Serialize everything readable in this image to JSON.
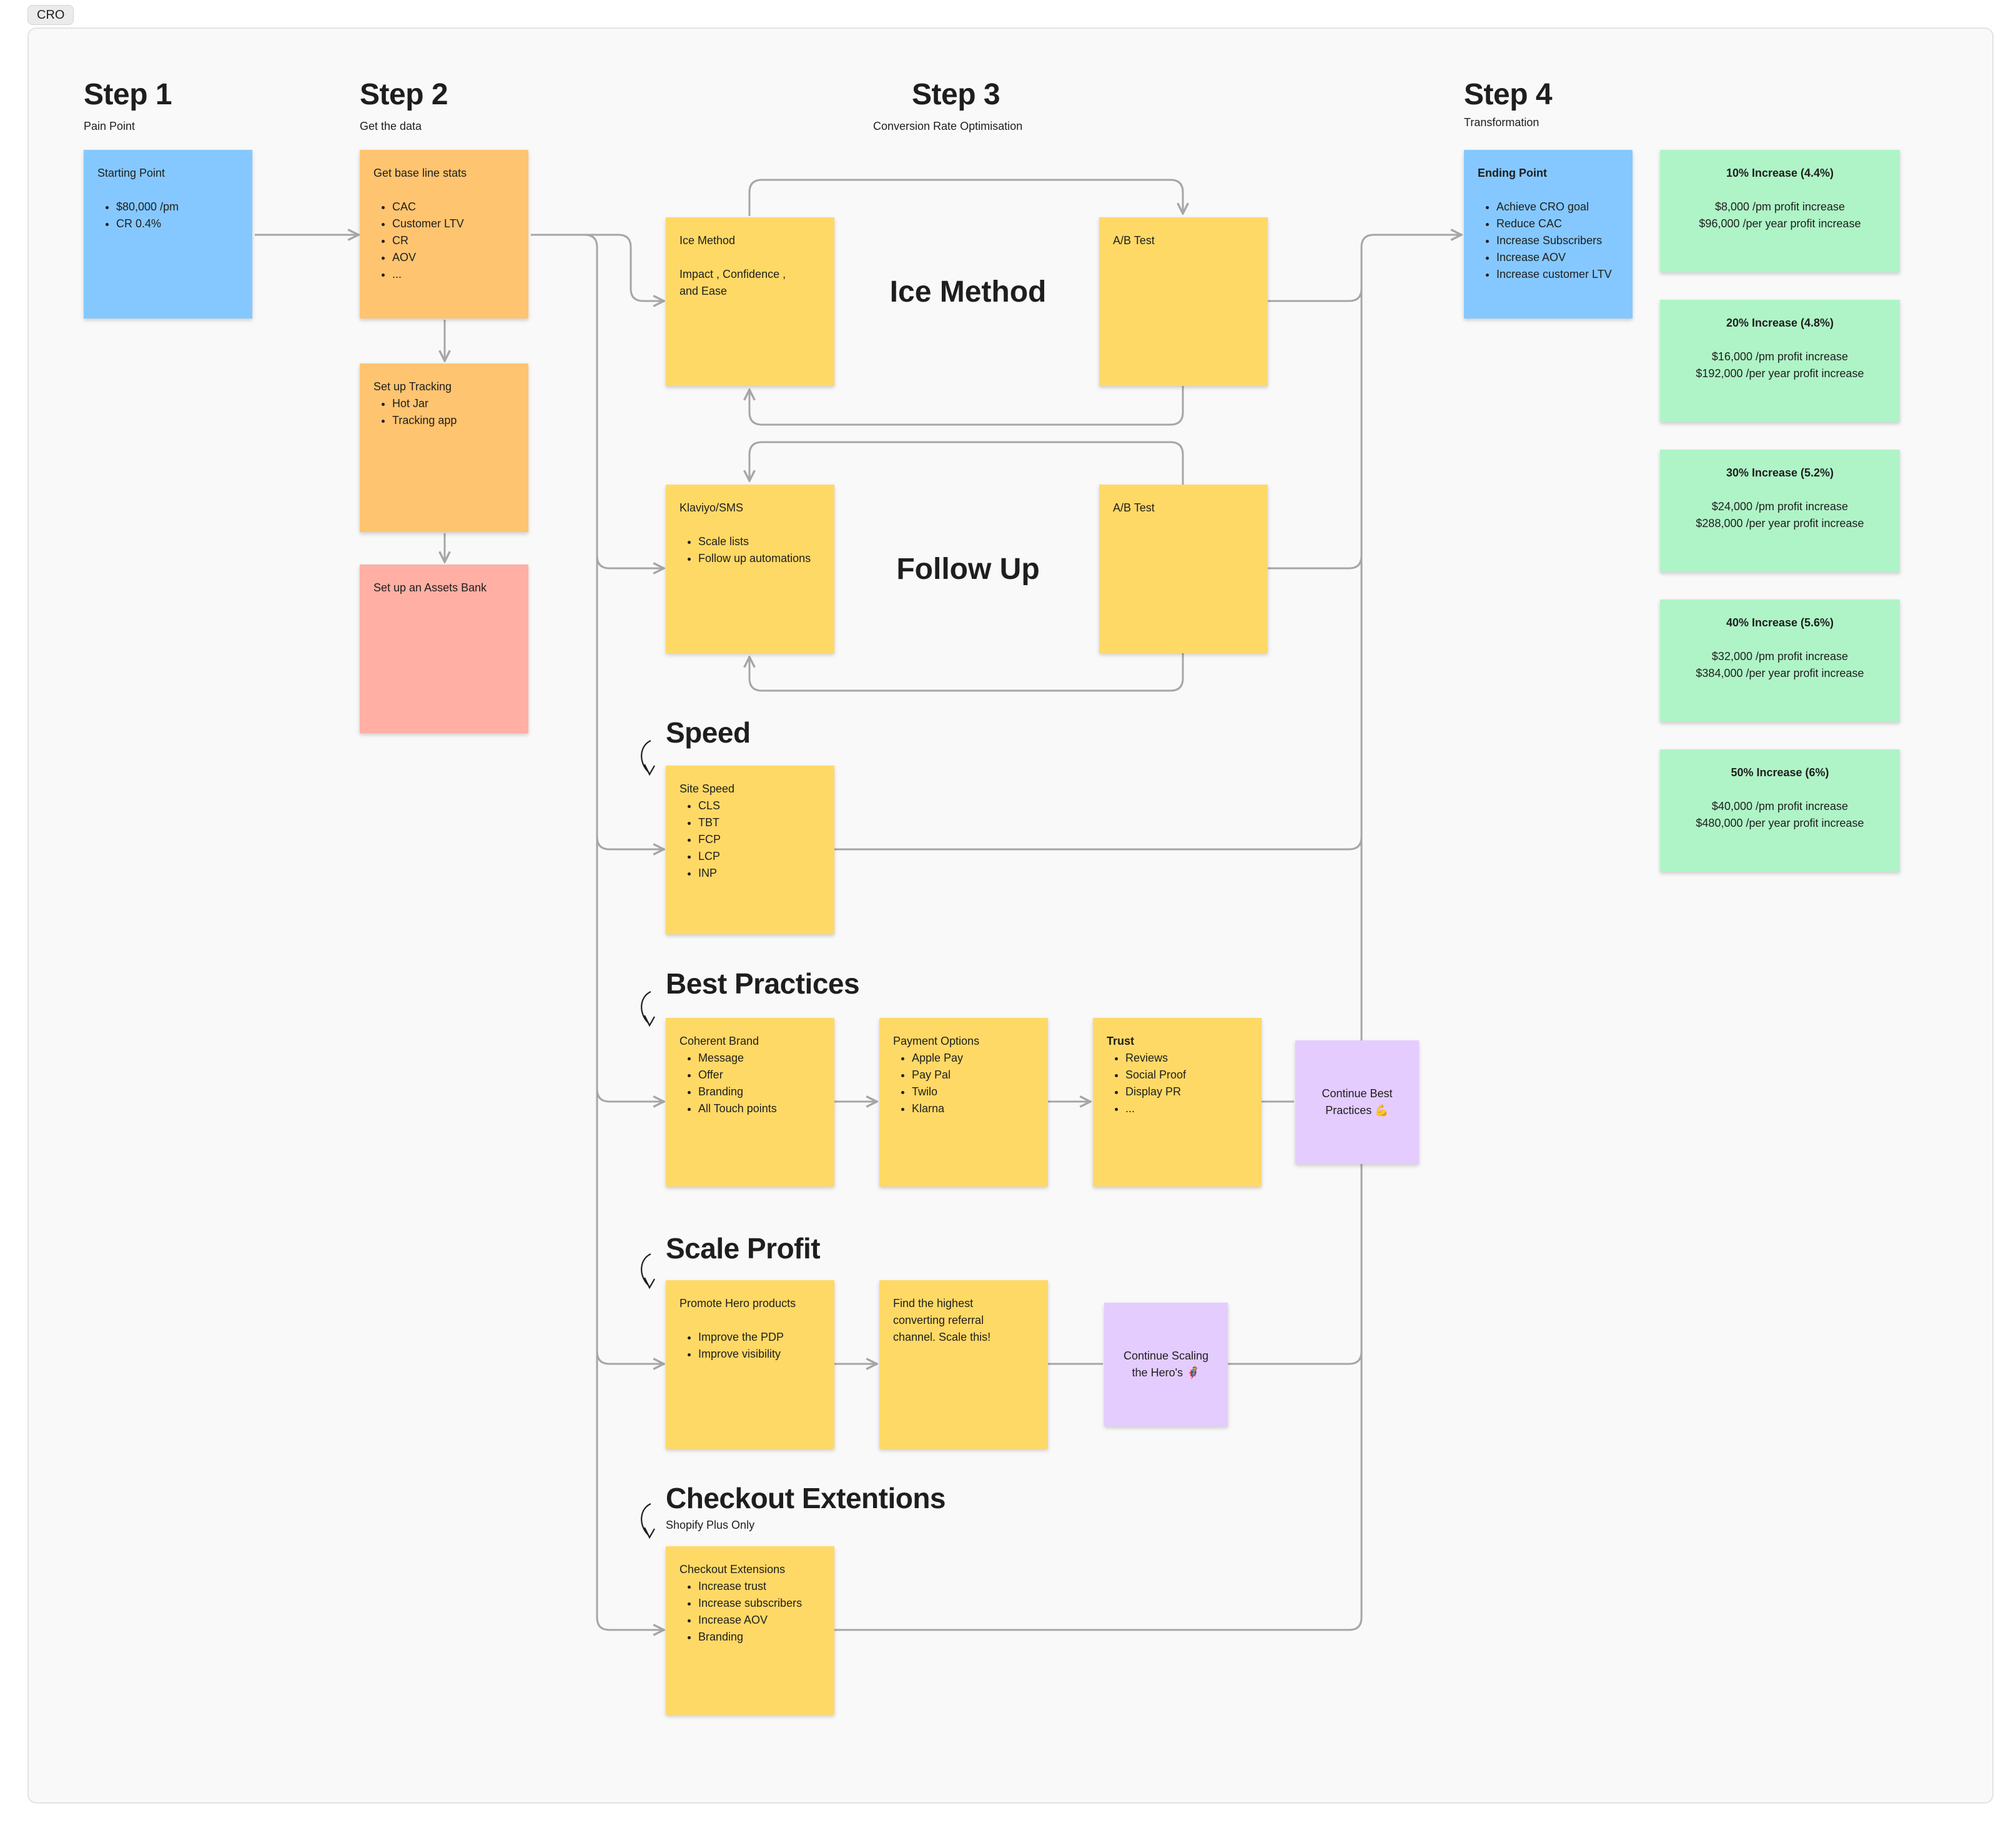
{
  "frame": {
    "label": "CRO"
  },
  "steps": [
    {
      "title": "Step 1",
      "subtitle": "Pain Point"
    },
    {
      "title": "Step 2",
      "subtitle": "Get the data"
    },
    {
      "title": "Step 3",
      "subtitle": "Conversion Rate Optimisation"
    },
    {
      "title": "Step 4",
      "subtitle": "Transformation"
    }
  ],
  "step1": {
    "heading": "Starting Point",
    "items": [
      "$80,000 /pm",
      "CR 0.4%"
    ]
  },
  "step2": {
    "baseline": {
      "heading": "Get base line stats",
      "items": [
        "CAC",
        "Customer LTV",
        "CR",
        "AOV",
        "..."
      ]
    },
    "tracking": {
      "heading": "Set up Tracking",
      "items": [
        "Hot Jar",
        "Tracking app"
      ]
    },
    "assets": {
      "heading": "Set up an Assets Bank"
    }
  },
  "step3": {
    "ice": {
      "title": "Ice Method",
      "card": {
        "heading": "Ice Method",
        "body_line1": "Impact , Confidence ,",
        "body_line2": "and Ease"
      },
      "ab": {
        "heading": "A/B Test"
      }
    },
    "followup": {
      "title": "Follow Up",
      "card": {
        "heading": "Klaviyo/SMS",
        "items": [
          "Scale lists",
          "Follow up automations"
        ]
      },
      "ab": {
        "heading": "A/B Test"
      }
    },
    "speed": {
      "title": "Speed",
      "card": {
        "heading": "Site Speed",
        "items": [
          "CLS",
          "TBT",
          "FCP",
          "LCP",
          "INP"
        ]
      }
    },
    "best": {
      "title": "Best Practices",
      "coherent": {
        "heading": "Coherent Brand",
        "items": [
          "Message",
          "Offer",
          "Branding",
          "All Touch points"
        ]
      },
      "payment": {
        "heading": "Payment Options",
        "items": [
          "Apple Pay",
          "Pay Pal",
          "Twilo",
          "Klarna"
        ]
      },
      "trust": {
        "heading": "Trust",
        "items": [
          "Reviews",
          "Social Proof",
          "Display PR",
          "..."
        ]
      },
      "continue_line1": "Continue Best",
      "continue_line2": "Practices 💪"
    },
    "scale": {
      "title": "Scale Profit",
      "hero": {
        "heading": "Promote Hero products",
        "items": [
          "Improve the PDP",
          "Improve visibility"
        ]
      },
      "referral": {
        "line1": "Find the highest",
        "line2": "converting referral",
        "line3": "channel. Scale this!"
      },
      "continue_line1": "Continue Scaling",
      "continue_line2": "the Hero's 🦸"
    },
    "checkout": {
      "title": "Checkout Extentions",
      "subtitle": "Shopify Plus Only",
      "card": {
        "heading": "Checkout Extensions",
        "items": [
          "Increase trust",
          "Increase subscribers",
          "Increase AOV",
          "Branding"
        ]
      }
    }
  },
  "step4": {
    "heading": "Ending Point",
    "items": [
      "Achieve CRO goal",
      "Reduce CAC",
      "Increase Subscribers",
      "Increase AOV",
      "Increase customer LTV"
    ]
  },
  "outcomes": [
    {
      "title": "10% Increase (4.4%)",
      "monthly": "$8,000 /pm profit increase",
      "yearly": "$96,000 /per year profit increase"
    },
    {
      "title": "20% Increase (4.8%)",
      "monthly": "$16,000 /pm profit increase",
      "yearly": "$192,000 /per year profit increase"
    },
    {
      "title": "30% Increase (5.2%)",
      "monthly": "$24,000 /pm profit increase",
      "yearly": "$288,000 /per year profit increase"
    },
    {
      "title": "40% Increase (5.6%)",
      "monthly": "$32,000 /pm profit increase",
      "yearly": "$384,000 /per year profit increase"
    },
    {
      "title": "50% Increase (6%)",
      "monthly": "$40,000 /pm profit increase",
      "yearly": "$480,000 /per year profit increase"
    }
  ],
  "colors": {
    "sticky_yellow": "#ffd966",
    "sticky_orange": "#ffc470",
    "sticky_blue": "#85c8ff",
    "sticky_red": "#ffafa3",
    "sticky_green": "#aff4c6",
    "sticky_violet": "#e4ccff",
    "connector": "#a6a6a6"
  }
}
